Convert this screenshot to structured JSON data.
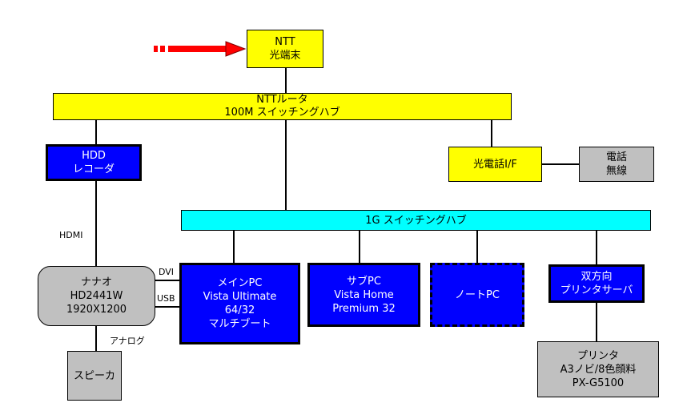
{
  "nodes": {
    "ntt_terminal": [
      "NTT",
      "光端末"
    ],
    "ntt_router": [
      "NTTルータ",
      "100M スイッチングハブ"
    ],
    "hdd_recorder": [
      "HDD",
      "レコーダ"
    ],
    "optical_phone": [
      "光電話I/F"
    ],
    "phone_wireless": [
      "電話",
      "無線"
    ],
    "switch_1g": [
      "1G スイッチングハブ"
    ],
    "main_pc": [
      "メインPC",
      "Vista Ultimate",
      "64/32",
      "マルチブート"
    ],
    "sub_pc": [
      "サブPC",
      "Vista Home",
      "Premium 32"
    ],
    "note_pc": [
      "ノートPC"
    ],
    "print_server": [
      "双方向",
      "プリンタサーバ"
    ],
    "monitor": [
      "ナナオ",
      "HD2441W",
      "1920X1200"
    ],
    "speaker": [
      "スピーカ"
    ],
    "printer": [
      "プリンタ",
      "A3ノビ/8色顔料",
      "PX-G5100"
    ]
  },
  "link_labels": {
    "hdmi": "HDMI",
    "dvi": "DVI",
    "usb": "USB",
    "analog": "アナログ"
  },
  "colors": {
    "yellow": "#ffff00",
    "cyan": "#00ffff",
    "blue": "#0000ff",
    "gray": "#c0c0c0",
    "arrow": "#ff0000"
  }
}
